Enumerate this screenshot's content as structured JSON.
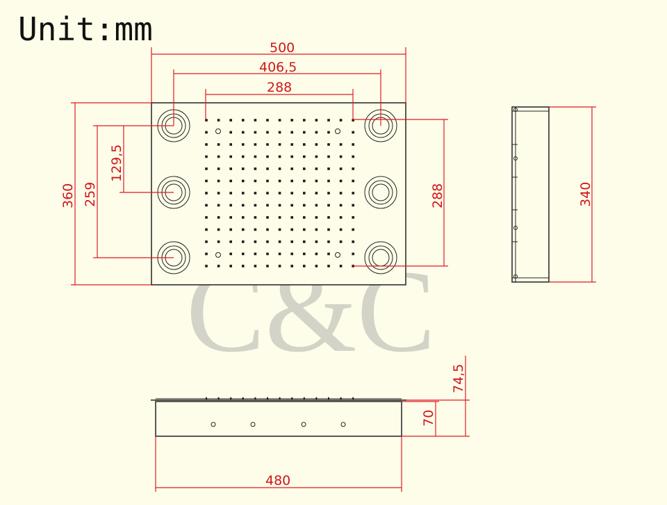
{
  "unit_label": "Unit:mm",
  "watermark": "C&C",
  "colors": {
    "background": "#fdfde9",
    "dimension": "#e01b22",
    "outline": "#222222",
    "watermark": "#cfcfc4"
  },
  "dimensions": {
    "overall_width": "500",
    "jet_span_width": "406,5",
    "nozzle_area_width": "288",
    "overall_height": "360",
    "jet_span_height": "259",
    "jet_pitch": "129,5",
    "nozzle_area_height": "288",
    "side_height": "340",
    "total_depth": "74,5",
    "body_depth": "70",
    "bottom_width": "480"
  }
}
